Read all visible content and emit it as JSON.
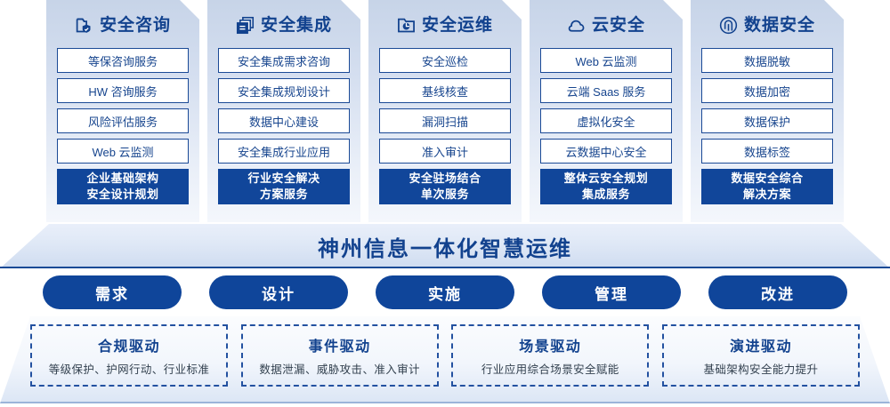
{
  "columns": [
    {
      "icon": "folder-shield-icon",
      "title": "安全咨询",
      "items": [
        "等保咨询服务",
        "HW 咨询服务",
        "风险评估服务",
        "Web 云监测"
      ],
      "highlight": [
        "企业基础架构",
        "安全设计规划"
      ]
    },
    {
      "icon": "stacked-documents-icon",
      "title": "安全集成",
      "items": [
        "安全集成需求咨询",
        "安全集成规划设计",
        "数据中心建设",
        "安全集成行业应用"
      ],
      "highlight": [
        "行业安全解决",
        "方案服务"
      ]
    },
    {
      "icon": "folder-chart-icon",
      "title": "安全运维",
      "items": [
        "安全巡检",
        "基线核查",
        "漏洞扫描",
        "准入审计"
      ],
      "highlight": [
        "安全驻场结合",
        "单次服务"
      ]
    },
    {
      "icon": "cloud-icon",
      "title": "云安全",
      "items": [
        "Web 云监测",
        "云端 Saas 服务",
        "虚拟化安全",
        "云数据中心安全"
      ],
      "highlight": [
        "整体云安全规划",
        "集成服务"
      ]
    },
    {
      "icon": "fingerprint-icon",
      "title": "数据安全",
      "items": [
        "数据脱敏",
        "数据加密",
        "数据保护",
        "数据标签"
      ],
      "highlight": [
        "数据安全综合",
        "解决方案"
      ]
    }
  ],
  "banner": {
    "text": "神州信息一体化智慧运维"
  },
  "pills": [
    {
      "label": "需求"
    },
    {
      "label": "设计"
    },
    {
      "label": "实施"
    },
    {
      "label": "管理"
    },
    {
      "label": "改进"
    }
  ],
  "footer_cards": [
    {
      "title": "合规驱动",
      "subtitle": "等级保护、护网行动、行业标准"
    },
    {
      "title": "事件驱动",
      "subtitle": "数据泄漏、威胁攻击、准入审计"
    },
    {
      "title": "场景驱动",
      "subtitle": "行业应用综合场景安全赋能"
    },
    {
      "title": "演进驱动",
      "subtitle": "基础架构安全能力提升"
    }
  ],
  "colors": {
    "brand_blue": "#11469a",
    "title_blue": "#12428e",
    "panel_border": "#1b4a96"
  }
}
